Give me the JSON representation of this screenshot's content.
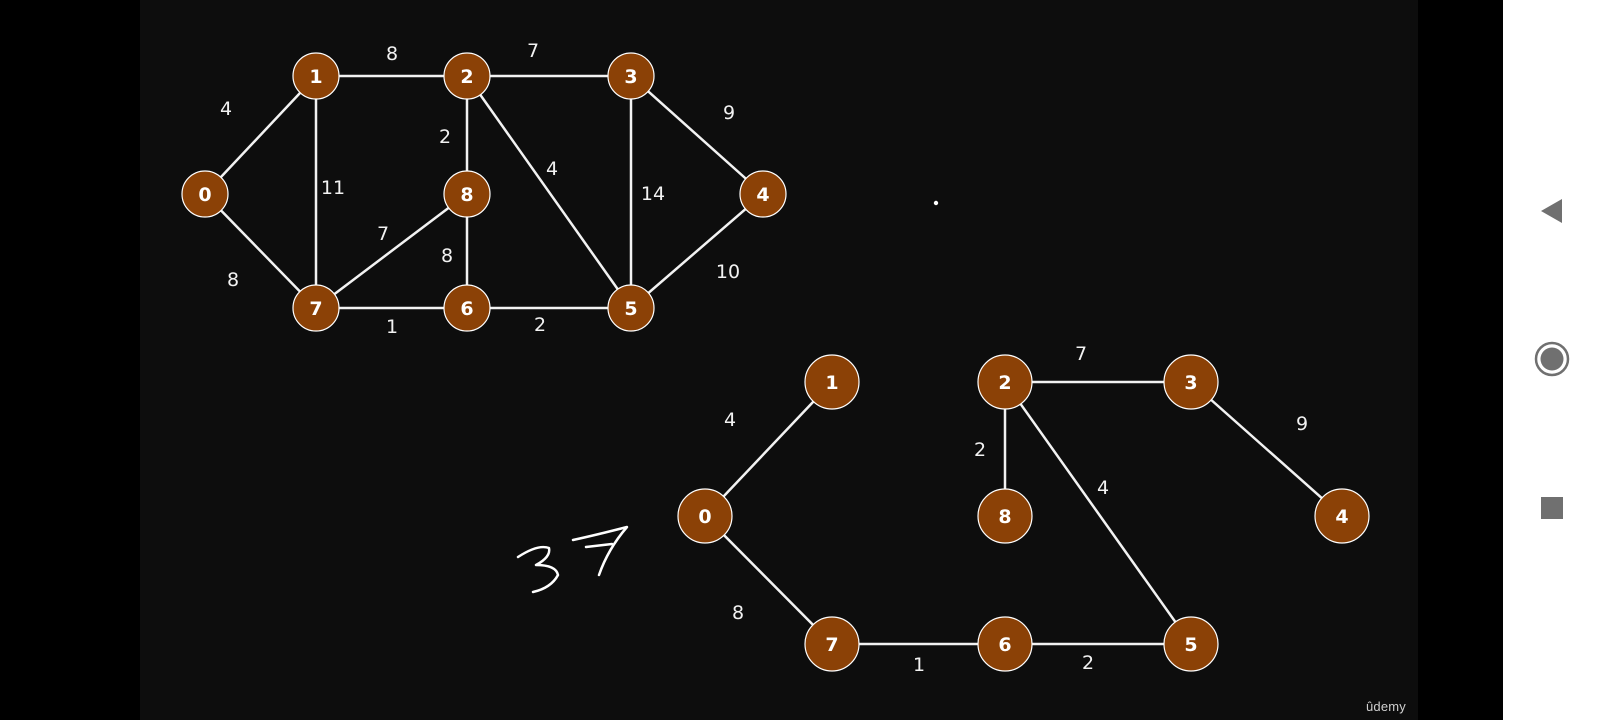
{
  "video": {
    "watermark": "ûdemy"
  },
  "graphs": {
    "original": {
      "nodes": [
        {
          "id": "0",
          "label": "0"
        },
        {
          "id": "1",
          "label": "1"
        },
        {
          "id": "2",
          "label": "2"
        },
        {
          "id": "3",
          "label": "3"
        },
        {
          "id": "4",
          "label": "4"
        },
        {
          "id": "5",
          "label": "5"
        },
        {
          "id": "6",
          "label": "6"
        },
        {
          "id": "7",
          "label": "7"
        },
        {
          "id": "8",
          "label": "8"
        }
      ],
      "edges": [
        {
          "from": "0",
          "to": "1",
          "weight": "4"
        },
        {
          "from": "1",
          "to": "2",
          "weight": "8"
        },
        {
          "from": "2",
          "to": "3",
          "weight": "7"
        },
        {
          "from": "3",
          "to": "4",
          "weight": "9"
        },
        {
          "from": "0",
          "to": "7",
          "weight": "8"
        },
        {
          "from": "1",
          "to": "7",
          "weight": "11"
        },
        {
          "from": "2",
          "to": "8",
          "weight": "2"
        },
        {
          "from": "2",
          "to": "5",
          "weight": "4"
        },
        {
          "from": "3",
          "to": "5",
          "weight": "14"
        },
        {
          "from": "8",
          "to": "7",
          "weight": "7"
        },
        {
          "from": "8",
          "to": "6",
          "weight": "8"
        },
        {
          "from": "4",
          "to": "5",
          "weight": "10"
        },
        {
          "from": "7",
          "to": "6",
          "weight": "1"
        },
        {
          "from": "6",
          "to": "5",
          "weight": "2"
        }
      ]
    },
    "mst": {
      "nodes": [
        {
          "id": "0",
          "label": "0"
        },
        {
          "id": "1",
          "label": "1"
        },
        {
          "id": "2",
          "label": "2"
        },
        {
          "id": "3",
          "label": "3"
        },
        {
          "id": "4",
          "label": "4"
        },
        {
          "id": "5",
          "label": "5"
        },
        {
          "id": "6",
          "label": "6"
        },
        {
          "id": "7",
          "label": "7"
        },
        {
          "id": "8",
          "label": "8"
        }
      ],
      "edges": [
        {
          "from": "0",
          "to": "1",
          "weight": "4"
        },
        {
          "from": "2",
          "to": "3",
          "weight": "7"
        },
        {
          "from": "3",
          "to": "4",
          "weight": "9"
        },
        {
          "from": "2",
          "to": "8",
          "weight": "2"
        },
        {
          "from": "2",
          "to": "5",
          "weight": "4"
        },
        {
          "from": "0",
          "to": "7",
          "weight": "8"
        },
        {
          "from": "7",
          "to": "6",
          "weight": "1"
        },
        {
          "from": "6",
          "to": "5",
          "weight": "2"
        }
      ]
    }
  },
  "annotation": {
    "total_weight": "37"
  },
  "colors": {
    "node_fill": "#8b4106",
    "edge": "#f2f2f2",
    "background": "#0d0d0d",
    "nav_bar": "#ffffff",
    "nav_icon": "#707070"
  },
  "nav": {
    "back_icon": "triangle-back-icon",
    "home_icon": "circle-home-icon",
    "recents_icon": "square-recents-icon"
  }
}
